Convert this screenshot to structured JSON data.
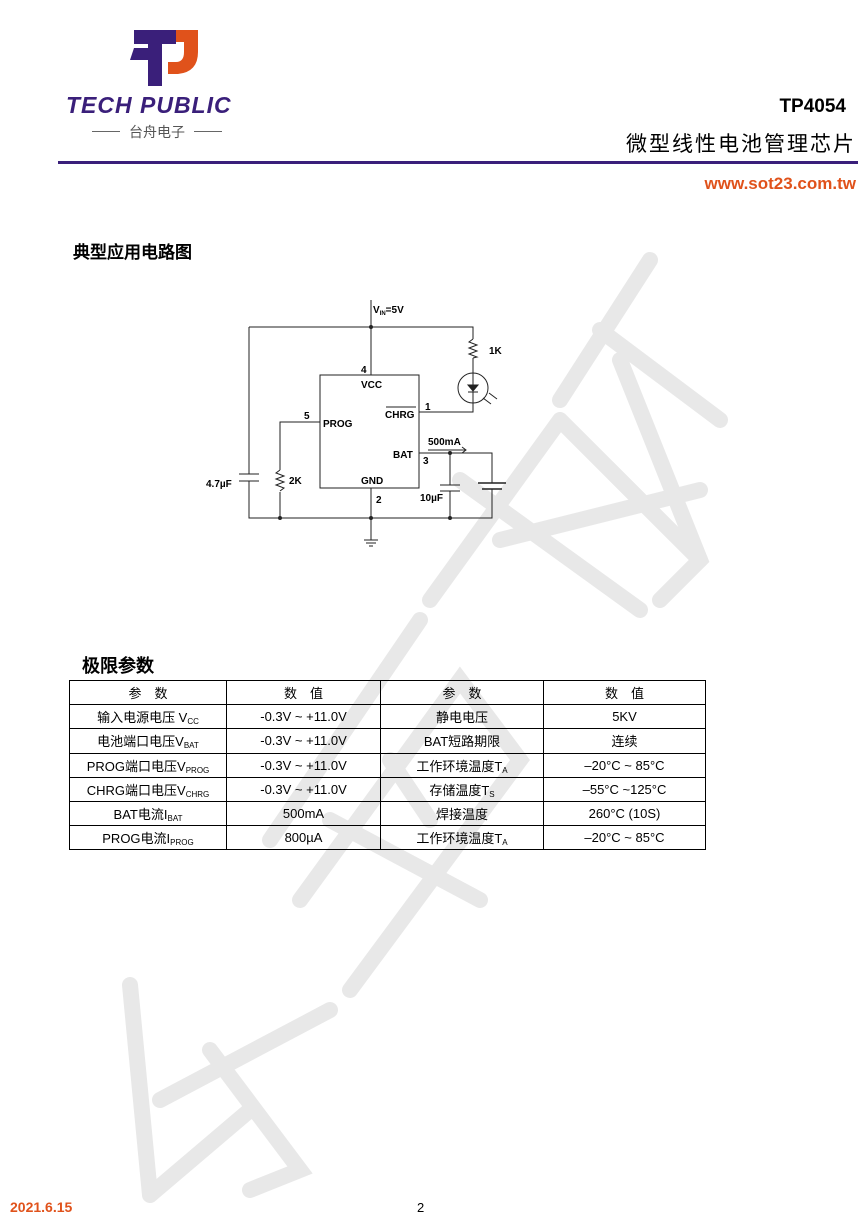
{
  "header": {
    "brand": "TECH PUBLIC",
    "brand_cn": "台舟电子",
    "part_number": "TP4054",
    "subtitle": "微型线性电池管理芯片",
    "url": "www.sot23.com.tw",
    "accent": "#3a1f7a",
    "orange": "#e0521b"
  },
  "watermark": "台舟电子",
  "circuit": {
    "title": "典型应用电路图",
    "vin": "V",
    "vin_sub": "IN",
    "vin_val": "=5V",
    "r1": "1K",
    "r2": "2K",
    "c1": "4.7µF",
    "c2": "10µF",
    "current": "500mA",
    "pins": {
      "vcc": "VCC",
      "vcc_no": "4",
      "prog": "PROG",
      "prog_no": "5",
      "chrg": "CHRG",
      "chrg_no": "1",
      "bat": "BAT",
      "bat_no": "3",
      "gnd": "GND",
      "gnd_no": "2"
    }
  },
  "limits": {
    "title": "极限参数",
    "headers": [
      "参　数",
      "数　值",
      "参　数",
      "数　值"
    ],
    "rows": [
      {
        "p1": "输入电源电压 V",
        "p1s": "CC",
        "v1": "-0.3V ~ +11.0V",
        "p2": "静电电压",
        "p2s": "",
        "v2": "5KV"
      },
      {
        "p1": "电池端口电压V",
        "p1s": "BAT",
        "v1": "-0.3V ~ +11.0V",
        "p2": "BAT短路期限",
        "p2s": "",
        "v2": "连续"
      },
      {
        "p1": "PROG端口电压V",
        "p1s": "PROG",
        "v1": "-0.3V ~ +11.0V",
        "p2": "工作环境温度T",
        "p2s": "A",
        "v2": "–20°C ~ 85°C"
      },
      {
        "p1": "CHRG端口电压V",
        "p1s": "CHRG",
        "v1": "-0.3V ~ +11.0V",
        "p2": "存储温度T",
        "p2s": "S",
        "v2": "–55°C ~125°C"
      },
      {
        "p1": "BAT电流I",
        "p1s": "BAT",
        "v1": "500mA",
        "p2": "焊接温度",
        "p2s": "",
        "v2": "260°C (10S)"
      },
      {
        "p1": "PROG电流I",
        "p1s": "PROG",
        "v1": "800µA",
        "p2": "工作环境温度T",
        "p2s": "A",
        "v2": "–20°C ~ 85°C"
      }
    ]
  },
  "footer": {
    "date": "2021.6.15",
    "page": "2"
  }
}
